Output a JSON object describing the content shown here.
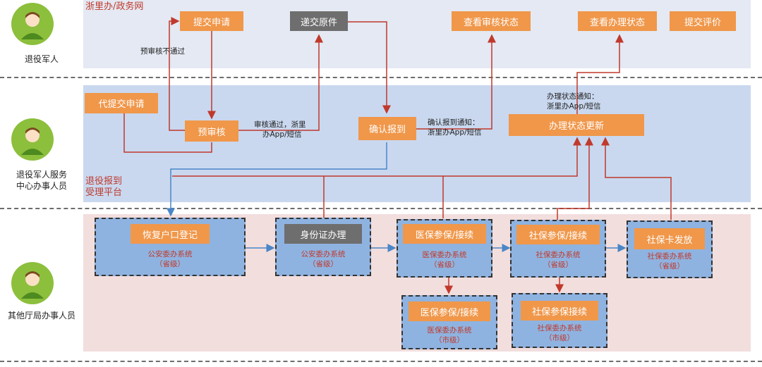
{
  "lanes": {
    "top_title": "浙里办/政务网",
    "middle_title_line1": "退役报到",
    "middle_title_line2": "受理平台"
  },
  "actors": {
    "veteran": "退役军人",
    "center_staff_line1": "退役军人服务",
    "center_staff_line2": "中心办事人员",
    "other_dept_staff": "其他厅局办事人员"
  },
  "nodes": {
    "submit_application": "提交申请",
    "submit_original_docs": "递交原件",
    "check_review_status": "查看审核状态",
    "check_process_status": "查看办理状态",
    "submit_review": "提交评价",
    "proxy_submit": "代提交申请",
    "pre_review": "预审核",
    "confirm_report": "确认报到",
    "status_update": "办理状态更新"
  },
  "notes": {
    "pre_review_rejected": "预审核不通过",
    "review_passed_line1": "审核通过，浙里",
    "review_passed_line2": "办App/短信",
    "confirm_notice_line1": "确认报到通知：",
    "confirm_notice_line2": "浙里办App/短信",
    "status_notice_line1": "办理状态通知：",
    "status_notice_line2": "浙里办App/短信"
  },
  "systems": [
    {
      "title": "恢复户口登记",
      "system": "公安委办系统",
      "level": "（省级）"
    },
    {
      "title": "身份证办理",
      "system": "公安委办系统",
      "level": "（省级）"
    },
    {
      "title": "医保参保/接续",
      "system": "医保委办系统",
      "level": "（省级）"
    },
    {
      "title": "社保参保/接续",
      "system": "社保委办系统",
      "level": "（省级）"
    },
    {
      "title": "社保卡发放",
      "system": "社保委办系统",
      "level": "（省级）"
    },
    {
      "title": "医保参保/接续",
      "system": "医保委办系统",
      "level": "（市级）"
    },
    {
      "title": "社保参保接续",
      "system": "社保委办系统",
      "level": "（市级）"
    }
  ],
  "colors": {
    "orange": "#f0974a",
    "gray": "#6e6e6e",
    "red_arrow": "#c0392b",
    "blue_arrow": "#4a86c8"
  }
}
